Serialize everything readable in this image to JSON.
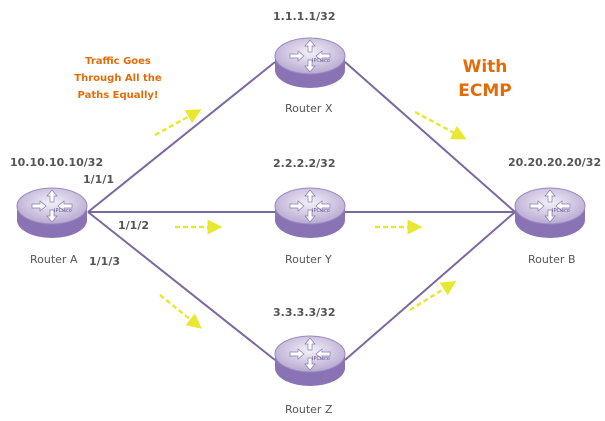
{
  "routers": [
    {
      "id": "A",
      "name": "Router A",
      "ip": "10.10.10.10/32",
      "brand": "IPCisco"
    },
    {
      "id": "X",
      "name": "Router X",
      "ip": "1.1.1.1/32",
      "brand": "IPCisco"
    },
    {
      "id": "Y",
      "name": "Router Y",
      "ip": "2.2.2.2/32",
      "brand": "IPCisco"
    },
    {
      "id": "Z",
      "name": "Router Z",
      "ip": "3.3.3.3/32",
      "brand": "IPCisco"
    },
    {
      "id": "B",
      "name": "Router B",
      "ip": "20.20.20.20/32",
      "brand": "IPCisco"
    }
  ],
  "links": [
    {
      "from": "A",
      "to": "X",
      "interface": "1/1/1"
    },
    {
      "from": "A",
      "to": "Y",
      "interface": "1/1/2"
    },
    {
      "from": "A",
      "to": "Z",
      "interface": "1/1/3"
    },
    {
      "from": "X",
      "to": "B"
    },
    {
      "from": "Y",
      "to": "B"
    },
    {
      "from": "Z",
      "to": "B"
    }
  ],
  "annotation": {
    "line1": "Traffic Goes",
    "line2": "Through All the",
    "line3": "Paths Equally!"
  },
  "title": {
    "line1": "With",
    "line2": "ECMP"
  },
  "colors": {
    "link": "#7b68a0",
    "router": "#b7a9d1",
    "flow_arrow": "#e8e830",
    "accent": "#e36c0a"
  }
}
